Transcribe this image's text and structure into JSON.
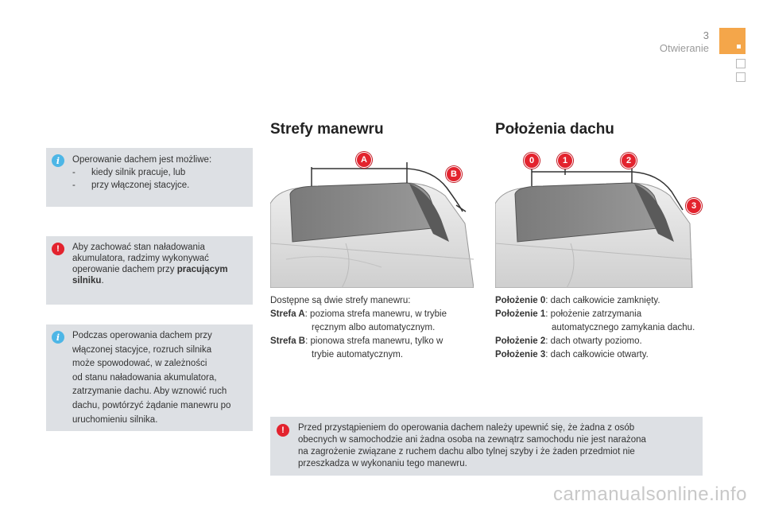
{
  "header": {
    "page_number": "3",
    "section": "Otwieranie"
  },
  "notes": {
    "info1": {
      "intro": "Operowanie dachem jest możliwe:",
      "bullets": [
        "kiedy silnik pracuje, lub",
        "przy włączonej stacyjce."
      ]
    },
    "warn1": {
      "text_before": "Aby zachować stan naładowania akumulatora, radzimy wykonywać operowanie dachem przy ",
      "bold": "pracującym silniku",
      "text_after": "."
    },
    "info2": {
      "lines": [
        "Podczas operowania dachem przy",
        "włączonej stacyjce, rozruch silnika",
        "może spowodować, w zależności",
        "od stanu naładowania akumulatora,",
        "zatrzymanie dachu. Aby wznowić ruch",
        "dachu, powtórzyć żądanie manewru po",
        "uruchomieniu silnika."
      ]
    },
    "warn2": {
      "lines": [
        "Przed przystąpieniem do operowania dachem należy upewnić się, że żadna z osób",
        "obecnych w samochodzie ani żadna osoba na zewnątrz samochodu nie jest narażona",
        "na zagrożenie związane z ruchem dachu albo tylnej szyby i że żaden przedmiot nie",
        "przeszkadza w wykonaniu tego manewru."
      ]
    }
  },
  "zones": {
    "title": "Strefy manewru",
    "markers": [
      "A",
      "B"
    ],
    "intro": "Dostępne są dwie strefy manewru:",
    "items": [
      {
        "label": "Strefa A",
        "text": ": pozioma strefa manewru, w trybie",
        "cont": "ręcznym albo automatycznym."
      },
      {
        "label": "Strefa B",
        "text": ": pionowa strefa manewru, tylko w",
        "cont": "trybie automatycznym."
      }
    ]
  },
  "positions": {
    "title": "Położenia dachu",
    "markers": [
      "0",
      "1",
      "2",
      "3"
    ],
    "items": [
      {
        "label": "Położenie 0",
        "text": ": dach całkowicie zamknięty.",
        "cont": ""
      },
      {
        "label": "Położenie 1",
        "text": ": położenie zatrzymania",
        "cont": "automatycznego zamykania dachu."
      },
      {
        "label": "Położenie 2",
        "text": ": dach otwarty poziomo.",
        "cont": ""
      },
      {
        "label": "Położenie 3",
        "text": ": dach całkowicie otwarty.",
        "cont": ""
      }
    ]
  },
  "watermark": "carmanualsonline.info",
  "colors": {
    "accent": "#f4a64a",
    "note_bg": "#dde0e4",
    "warning": "#e3232e",
    "info": "#4db6e6"
  }
}
